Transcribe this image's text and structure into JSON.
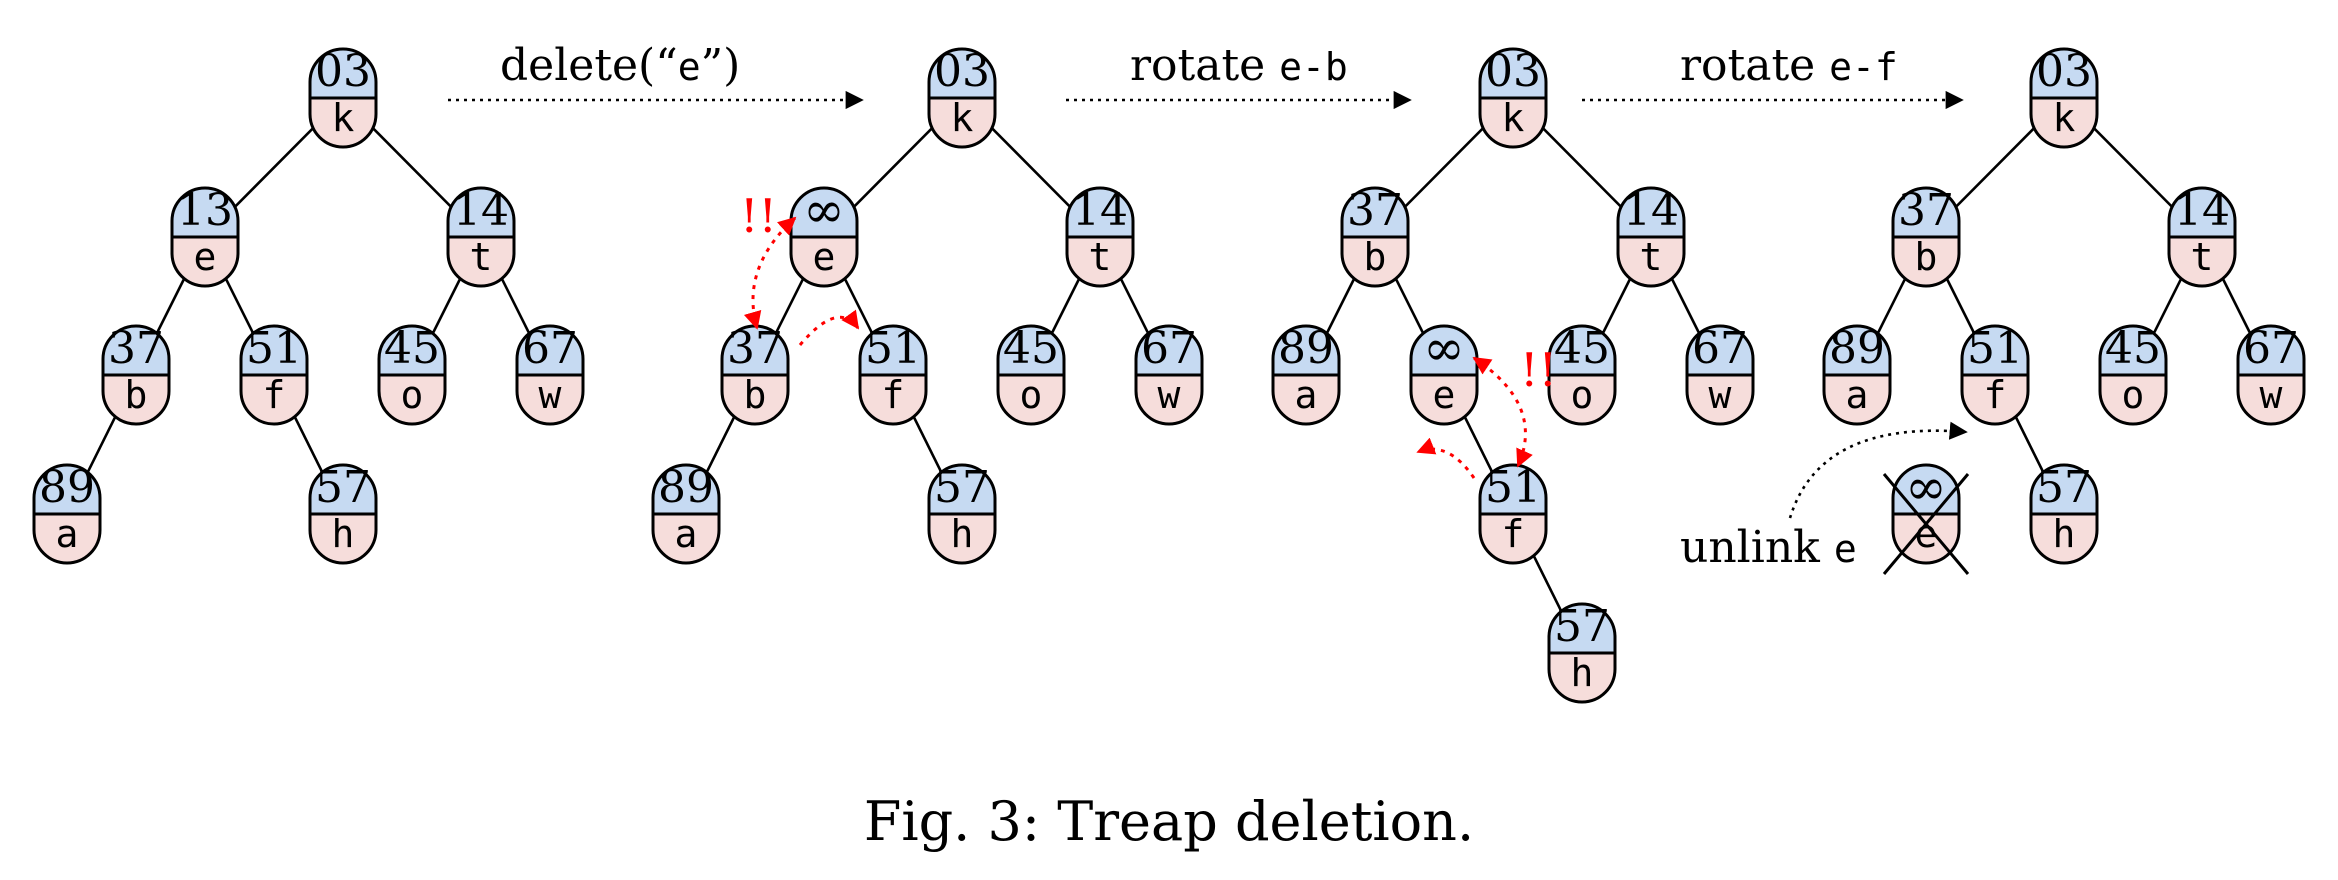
{
  "colors": {
    "priority_bg": "#c6daf2",
    "key_bg": "#f6dddb",
    "highlight": "#ff0000"
  },
  "steps": [
    {
      "label_text": "delete(“",
      "label_code": "e",
      "label_end": "”)"
    },
    {
      "label_text": "rotate ",
      "label_code": "e-b",
      "label_end": ""
    },
    {
      "label_text": "rotate ",
      "label_code": "e-f",
      "label_end": ""
    }
  ],
  "trees": [
    {
      "nodes": [
        {
          "id": "k",
          "prio": "03",
          "key": "k"
        },
        {
          "id": "e",
          "prio": "13",
          "key": "e"
        },
        {
          "id": "t",
          "prio": "14",
          "key": "t"
        },
        {
          "id": "b",
          "prio": "37",
          "key": "b"
        },
        {
          "id": "f",
          "prio": "51",
          "key": "f"
        },
        {
          "id": "o",
          "prio": "45",
          "key": "o"
        },
        {
          "id": "w",
          "prio": "67",
          "key": "w"
        },
        {
          "id": "a",
          "prio": "89",
          "key": "a"
        },
        {
          "id": "h",
          "prio": "57",
          "key": "h"
        }
      ],
      "edges": [
        [
          "k",
          "e"
        ],
        [
          "k",
          "t"
        ],
        [
          "e",
          "b"
        ],
        [
          "e",
          "f"
        ],
        [
          "t",
          "o"
        ],
        [
          "t",
          "w"
        ],
        [
          "b",
          "a"
        ],
        [
          "f",
          "h"
        ]
      ]
    },
    {
      "nodes": [
        {
          "id": "k",
          "prio": "03",
          "key": "k"
        },
        {
          "id": "e",
          "prio": "∞",
          "key": "e"
        },
        {
          "id": "t",
          "prio": "14",
          "key": "t"
        },
        {
          "id": "b",
          "prio": "37",
          "key": "b"
        },
        {
          "id": "f",
          "prio": "51",
          "key": "f"
        },
        {
          "id": "o",
          "prio": "45",
          "key": "o"
        },
        {
          "id": "w",
          "prio": "67",
          "key": "w"
        },
        {
          "id": "a",
          "prio": "89",
          "key": "a"
        },
        {
          "id": "h",
          "prio": "57",
          "key": "h"
        }
      ],
      "edges": [
        [
          "k",
          "e"
        ],
        [
          "k",
          "t"
        ],
        [
          "e",
          "b"
        ],
        [
          "e",
          "f"
        ],
        [
          "t",
          "o"
        ],
        [
          "t",
          "w"
        ],
        [
          "b",
          "a"
        ],
        [
          "f",
          "h"
        ]
      ],
      "warning": "!!"
    },
    {
      "nodes": [
        {
          "id": "k",
          "prio": "03",
          "key": "k"
        },
        {
          "id": "b",
          "prio": "37",
          "key": "b"
        },
        {
          "id": "t",
          "prio": "14",
          "key": "t"
        },
        {
          "id": "a",
          "prio": "89",
          "key": "a"
        },
        {
          "id": "e",
          "prio": "∞",
          "key": "e"
        },
        {
          "id": "o",
          "prio": "45",
          "key": "o"
        },
        {
          "id": "w",
          "prio": "67",
          "key": "w"
        },
        {
          "id": "f",
          "prio": "51",
          "key": "f"
        },
        {
          "id": "h",
          "prio": "57",
          "key": "h"
        }
      ],
      "edges": [
        [
          "k",
          "b"
        ],
        [
          "k",
          "t"
        ],
        [
          "b",
          "a"
        ],
        [
          "b",
          "e"
        ],
        [
          "t",
          "o"
        ],
        [
          "t",
          "w"
        ],
        [
          "e",
          "f"
        ],
        [
          "f",
          "h"
        ]
      ],
      "warning": "!!"
    },
    {
      "nodes": [
        {
          "id": "k",
          "prio": "03",
          "key": "k"
        },
        {
          "id": "b",
          "prio": "37",
          "key": "b"
        },
        {
          "id": "t",
          "prio": "14",
          "key": "t"
        },
        {
          "id": "a",
          "prio": "89",
          "key": "a"
        },
        {
          "id": "f",
          "prio": "51",
          "key": "f"
        },
        {
          "id": "o",
          "prio": "45",
          "key": "o"
        },
        {
          "id": "w",
          "prio": "67",
          "key": "w"
        },
        {
          "id": "e",
          "prio": "∞",
          "key": "e",
          "removed": true
        },
        {
          "id": "h",
          "prio": "57",
          "key": "h"
        }
      ],
      "edges": [
        [
          "k",
          "b"
        ],
        [
          "k",
          "t"
        ],
        [
          "b",
          "a"
        ],
        [
          "b",
          "f"
        ],
        [
          "t",
          "o"
        ],
        [
          "t",
          "w"
        ],
        [
          "f",
          "h"
        ]
      ],
      "unlink_text": "unlink ",
      "unlink_code": "e"
    }
  ],
  "caption": "Fig. 3: Treap deletion."
}
